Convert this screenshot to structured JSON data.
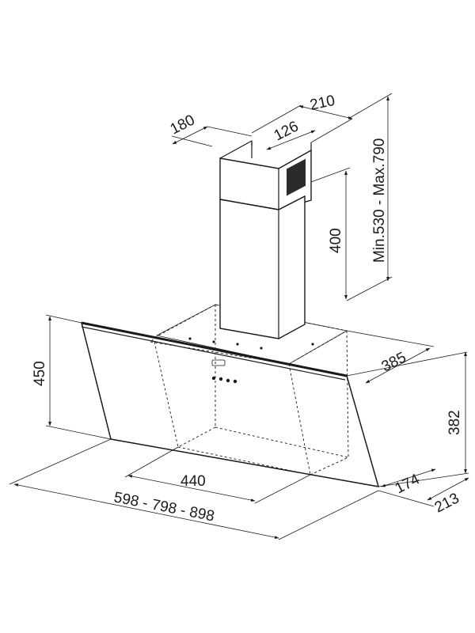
{
  "dimensions": {
    "chimney_depth": "180",
    "chimney_width": "210",
    "outlet_width": "126",
    "chimney_inner_height": "400",
    "chimney_height_range": "Min.530 - Max.790",
    "glass_height": "450",
    "top_depth": "385",
    "side_height": "382",
    "inner_width": "440",
    "total_width": "598 - 798 - 898",
    "bottom_depth": "174",
    "overall_depth": "213"
  }
}
